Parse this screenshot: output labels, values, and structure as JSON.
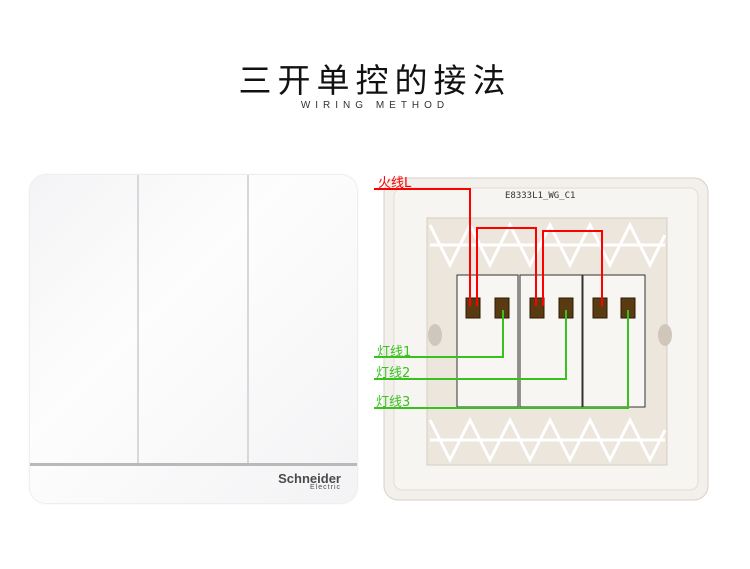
{
  "header": {
    "title": "三开单控的接法",
    "subtitle": "WIRING METHOD"
  },
  "front_panel": {
    "brand": "Schneider",
    "brand_sub": "Electric"
  },
  "back_panel": {
    "model_code": "E8333L1_WG_C1"
  },
  "wires": {
    "live": {
      "label": "火线L",
      "color": "#ff0000"
    },
    "lamps": [
      {
        "label": "灯线1"
      },
      {
        "label": "灯线2"
      },
      {
        "label": "灯线3"
      }
    ],
    "lamp_color": "#39c21e"
  }
}
